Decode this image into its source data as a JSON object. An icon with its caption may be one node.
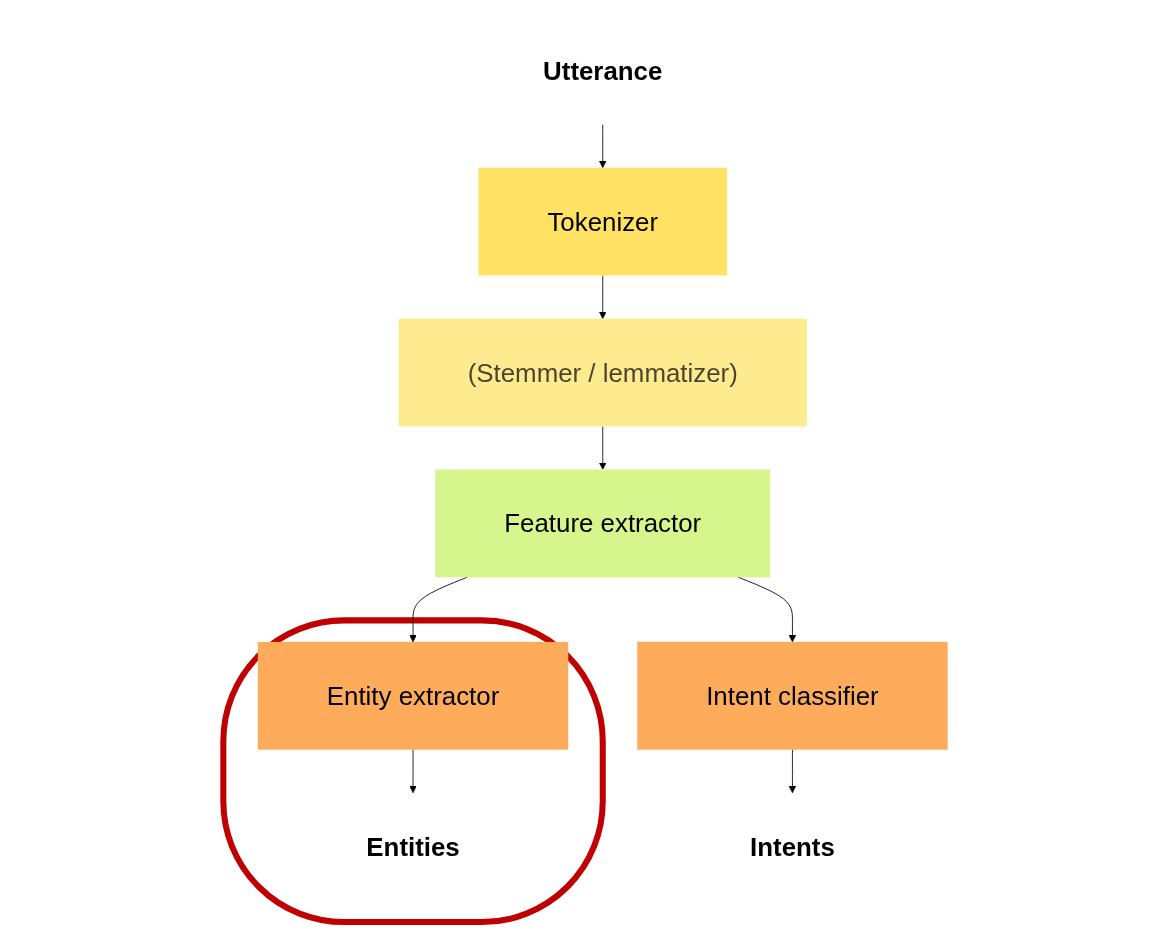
{
  "diagram": {
    "nodes": [
      {
        "text": [
          "Utterance"
        ]
      },
      {
        "text": [
          "Tokenizer"
        ]
      },
      {
        "text": [
          "(Stemmer / lemmatizer)"
        ]
      },
      {
        "text": [
          "Feature extractor"
        ]
      },
      {
        "text": [
          "Intent classifier"
        ]
      },
      {
        "text": [],
        "shape": "ellipse"
      },
      {
        "text": [
          "Entity extractor"
        ],
        "in": 5
      },
      {
        "text": [
          "Intents"
        ]
      },
      {
        "text": [
          "Entities"
        ],
        "in": 5
      }
    ],
    "edges": [
      {
        "from": 0,
        "to": 1,
        "arrow": "to"
      },
      {
        "from": 1,
        "to": 2,
        "arrow": "to"
      },
      {
        "from": 2,
        "to": 3,
        "arrow": "to"
      },
      {
        "from": 3,
        "to": 4,
        "arrow": "to"
      },
      {
        "from": 3,
        "to": 6,
        "arrow": "to"
      },
      {
        "from": 4,
        "to": 7,
        "arrow": "to"
      },
      {
        "from": 6,
        "to": 8,
        "arrow": "to"
      }
    ]
  }
}
